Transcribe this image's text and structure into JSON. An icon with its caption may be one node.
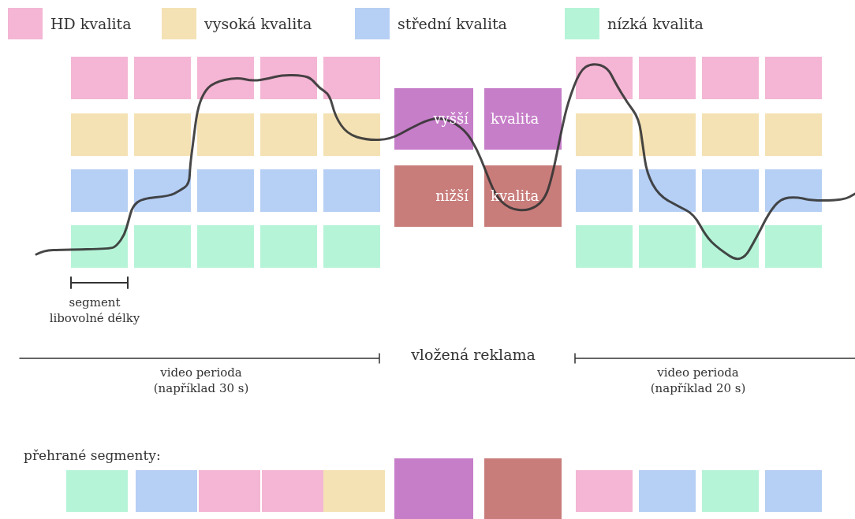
{
  "diagram": {
    "nodes": [
      {
        "text": [],
        "shape": "box"
      },
      {
        "text": [],
        "shape": "box"
      },
      {
        "text": [],
        "shape": "box"
      },
      {
        "text": [],
        "shape": "box"
      },
      {
        "text": [],
        "shape": "box"
      },
      {
        "text": [],
        "shape": "box"
      },
      {
        "text": [],
        "shape": "box"
      },
      {
        "text": [],
        "shape": "box"
      },
      {
        "text": [],
        "shape": "box"
      },
      {
        "text": [],
        "shape": "box"
      },
      {
        "text": [],
        "shape": "box"
      },
      {
        "text": [],
        "shape": "box"
      },
      {
        "text": [],
        "shape": "box"
      },
      {
        "text": [],
        "shape": "box"
      },
      {
        "text": [
          "vyšší"
        ]
      },
      {
        "text": [
          "kvalita"
        ]
      },
      {
        "text": [],
        "shape": "box"
      },
      {
        "text": [],
        "shape": "box"
      },
      {
        "text": [],
        "shape": "box"
      },
      {
        "text": [],
        "shape": "box"
      },
      {
        "text": [],
        "shape": "box"
      },
      {
        "text": [],
        "shape": "box"
      },
      {
        "text": [],
        "shape": "box"
      },
      {
        "text": [],
        "shape": "box"
      },
      {
        "text": [],
        "shape": "box"
      },
      {
        "text": [
          "nižší"
        ]
      },
      {
        "text": [
          "kvalita"
        ]
      },
      {
        "text": [],
        "shape": "box"
      },
      {
        "text": [],
        "shape": "box"
      },
      {
        "text": [],
        "shape": "box"
      },
      {
        "text": [],
        "shape": "box"
      },
      {
        "text": [],
        "shape": "box"
      },
      {
        "text": [],
        "shape": "box"
      },
      {
        "text": [],
        "shape": "box"
      },
      {
        "text": [],
        "shape": "box"
      },
      {
        "text": [],
        "shape": "box"
      },
      {
        "text": [],
        "shape": "box"
      },
      {
        "text": [],
        "shape": "box"
      },
      {
        "text": [],
        "shape": "box"
      },
      {
        "text": [],
        "shape": "box"
      },
      {
        "text": [],
        "shape": "box"
      },
      {
        "text": [],
        "shape": "box"
      },
      {
        "text": [],
        "shape": "box"
      },
      {
        "text": [],
        "shape": "box"
      },
      {
        "text": [],
        "shape": "box"
      },
      {
        "text": [],
        "shape": "box"
      },
      {
        "text": [],
        "shape": "box"
      },
      {
        "text": [],
        "shape": "box"
      },
      {
        "text": [],
        "shape": "box"
      },
      {
        "text": [],
        "shape": "box"
      },
      {
        "text": [],
        "shape": "box"
      }
    ],
    "labels": [
      "segment libovolné délky",
      "vložená reklama",
      "video perioda (například 30 s)",
      "video perioda (například 20 s)",
      "přehrané segmenty:"
    ],
    "legend": [
      {
        "text": "HD kvalita",
        "color": "#f4b6d4"
      },
      {
        "text": "vysoká kvalita",
        "color": "#f4e2b4"
      },
      {
        "text": "střední kvalita",
        "color": "#b6cff4"
      },
      {
        "text": "nízká kvalita",
        "color": "#b6f4d8"
      }
    ]
  }
}
